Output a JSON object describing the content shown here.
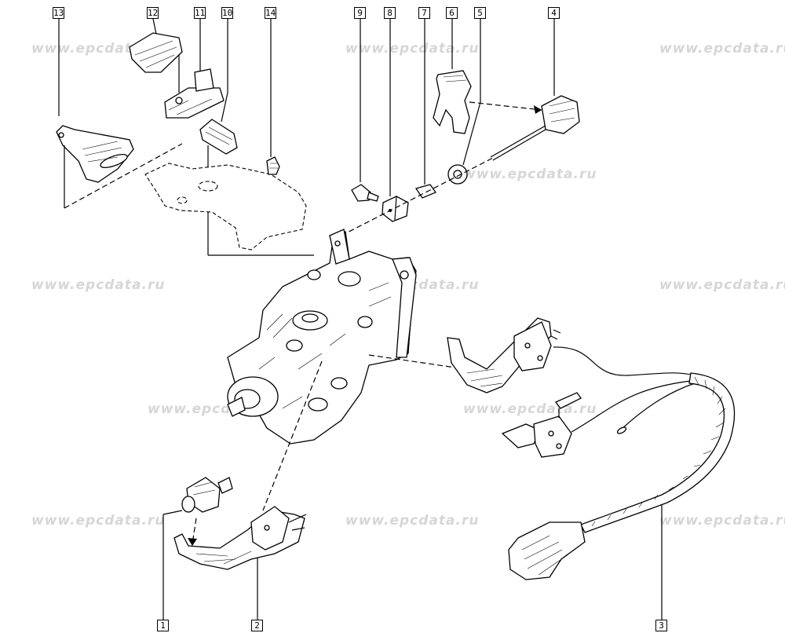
{
  "watermark": "www.epcdata.ru",
  "callouts": {
    "c1": "1",
    "c2": "2",
    "c3": "3",
    "c4": "4",
    "c5": "5",
    "c6": "6",
    "c7": "7",
    "c8": "8",
    "c9": "9",
    "c10": "10",
    "c11": "11",
    "c12": "12",
    "c13": "13",
    "c14": "14"
  }
}
